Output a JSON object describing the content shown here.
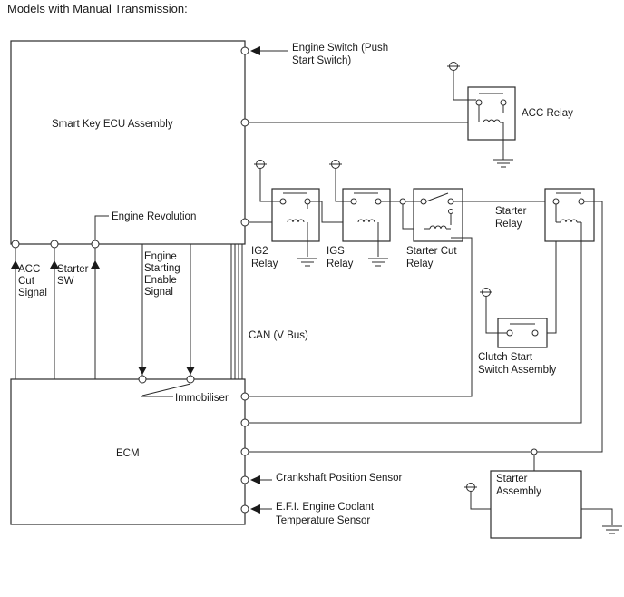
{
  "title": "Models with Manual Transmission:",
  "components": {
    "smart_key_ecu": "Smart Key ECU Assembly",
    "ecm": "ECM",
    "acc_relay": "ACC Relay",
    "ig2_relay": [
      "IG2",
      "Relay"
    ],
    "igs_relay": [
      "IGS",
      "Relay"
    ],
    "starter_cut_relay": [
      "Starter Cut",
      "Relay"
    ],
    "starter_relay": [
      "Starter",
      "Relay"
    ],
    "clutch_start_switch": [
      "Clutch Start",
      "Switch Assembly"
    ],
    "starter_assembly": [
      "Starter",
      "Assembly"
    ]
  },
  "signals": {
    "engine_switch": [
      "Engine Switch (Push",
      "Start Switch)"
    ],
    "engine_revolution": "Engine Revolution",
    "acc_cut_signal": [
      "ACC",
      "Cut",
      "Signal"
    ],
    "starter_sw": [
      "Starter",
      "SW"
    ],
    "engine_starting_enable": [
      "Engine",
      "Starting",
      "Enable",
      "Signal"
    ],
    "can_bus": "CAN (V Bus)",
    "immobiliser": "Immobiliser",
    "crankshaft_sensor": "Crankshaft Position Sensor",
    "coolant_sensor": [
      "E.F.I. Engine Coolant",
      "Temperature Sensor"
    ]
  }
}
